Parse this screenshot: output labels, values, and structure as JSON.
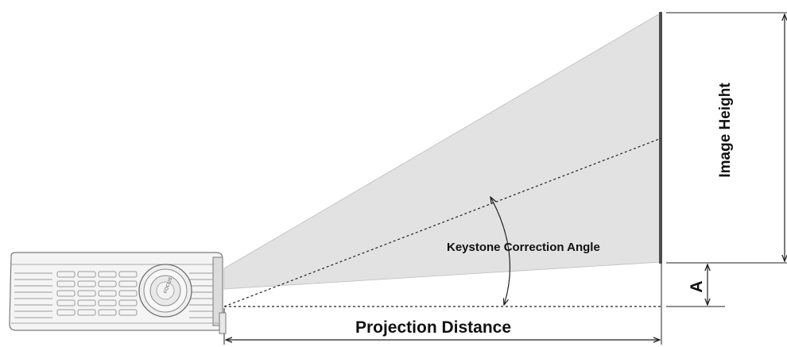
{
  "labels": {
    "image_height": "Image Height",
    "keystone_correction_angle": "Keystone Correction Angle",
    "offset": "A",
    "projection_distance": "Projection Distance",
    "focus": "FOCUS"
  },
  "colors": {
    "beam_fill": "#e2e2e2",
    "screen": "#4d4d4d",
    "line": "#222222",
    "projector_body": "#f4f4f4",
    "projector_outline": "#7a7a7a"
  },
  "icons": {
    "projector": "projector-icon"
  }
}
